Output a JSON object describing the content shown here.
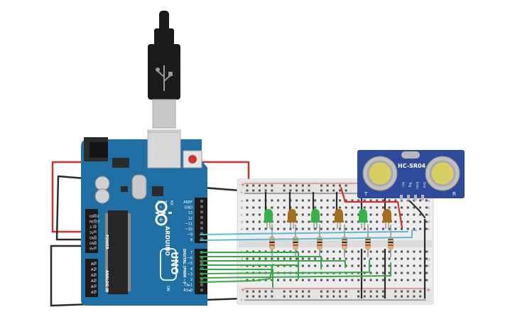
{
  "arduino": {
    "brand": "ARDUINO",
    "model": "UNO",
    "header_top": [
      "AREF",
      "GND",
      "13",
      "12",
      "~11",
      "~10",
      "~9",
      "8"
    ],
    "header_bottom": [
      "7",
      "~6",
      "~5",
      "4",
      "~3",
      "2",
      "TX▸1",
      "RX◂0"
    ],
    "digital_label": "DIGITAL (PWM ~)",
    "power_label": "POWER",
    "power_pins": [
      "IOREF",
      "RESET",
      "3.3V",
      "5V",
      "GND",
      "GND",
      "Vin"
    ],
    "analog_label": "ANALOG IN",
    "analog_pins": [
      "A0",
      "A1",
      "A2",
      "A3",
      "A4",
      "A5"
    ],
    "led_labels": [
      "L",
      "TX",
      "RX"
    ],
    "on_label": "ON"
  },
  "sensor": {
    "model": "HC-SR04",
    "pins": [
      "Vcc",
      "Trig",
      "Echo",
      "Gnd"
    ],
    "left_letter": "T",
    "right_letter": "R"
  },
  "breadboard": {
    "rail_plus": "+",
    "rail_minus": "-",
    "row_letters_top": [
      "a",
      "b",
      "c",
      "d",
      "e"
    ],
    "row_letters_bottom": [
      "f",
      "g",
      "h",
      "i",
      "j"
    ]
  },
  "leds": [
    {
      "color": "green"
    },
    {
      "color": "orange"
    },
    {
      "color": "green"
    },
    {
      "color": "orange"
    },
    {
      "color": "green"
    },
    {
      "color": "orange"
    }
  ],
  "colors": {
    "board": "#1f6fa5",
    "board_dark": "#14507a",
    "red_wire": "#d3312b",
    "black_wire": "#2b2b2b",
    "green_wire": "#3aa64a",
    "cyan_wire": "#5fb9d0",
    "led_green": "#35b24a",
    "led_orange": "#a66c1a",
    "sensor_board": "#2d4b9a",
    "usb_black": "#1b1b1b"
  }
}
